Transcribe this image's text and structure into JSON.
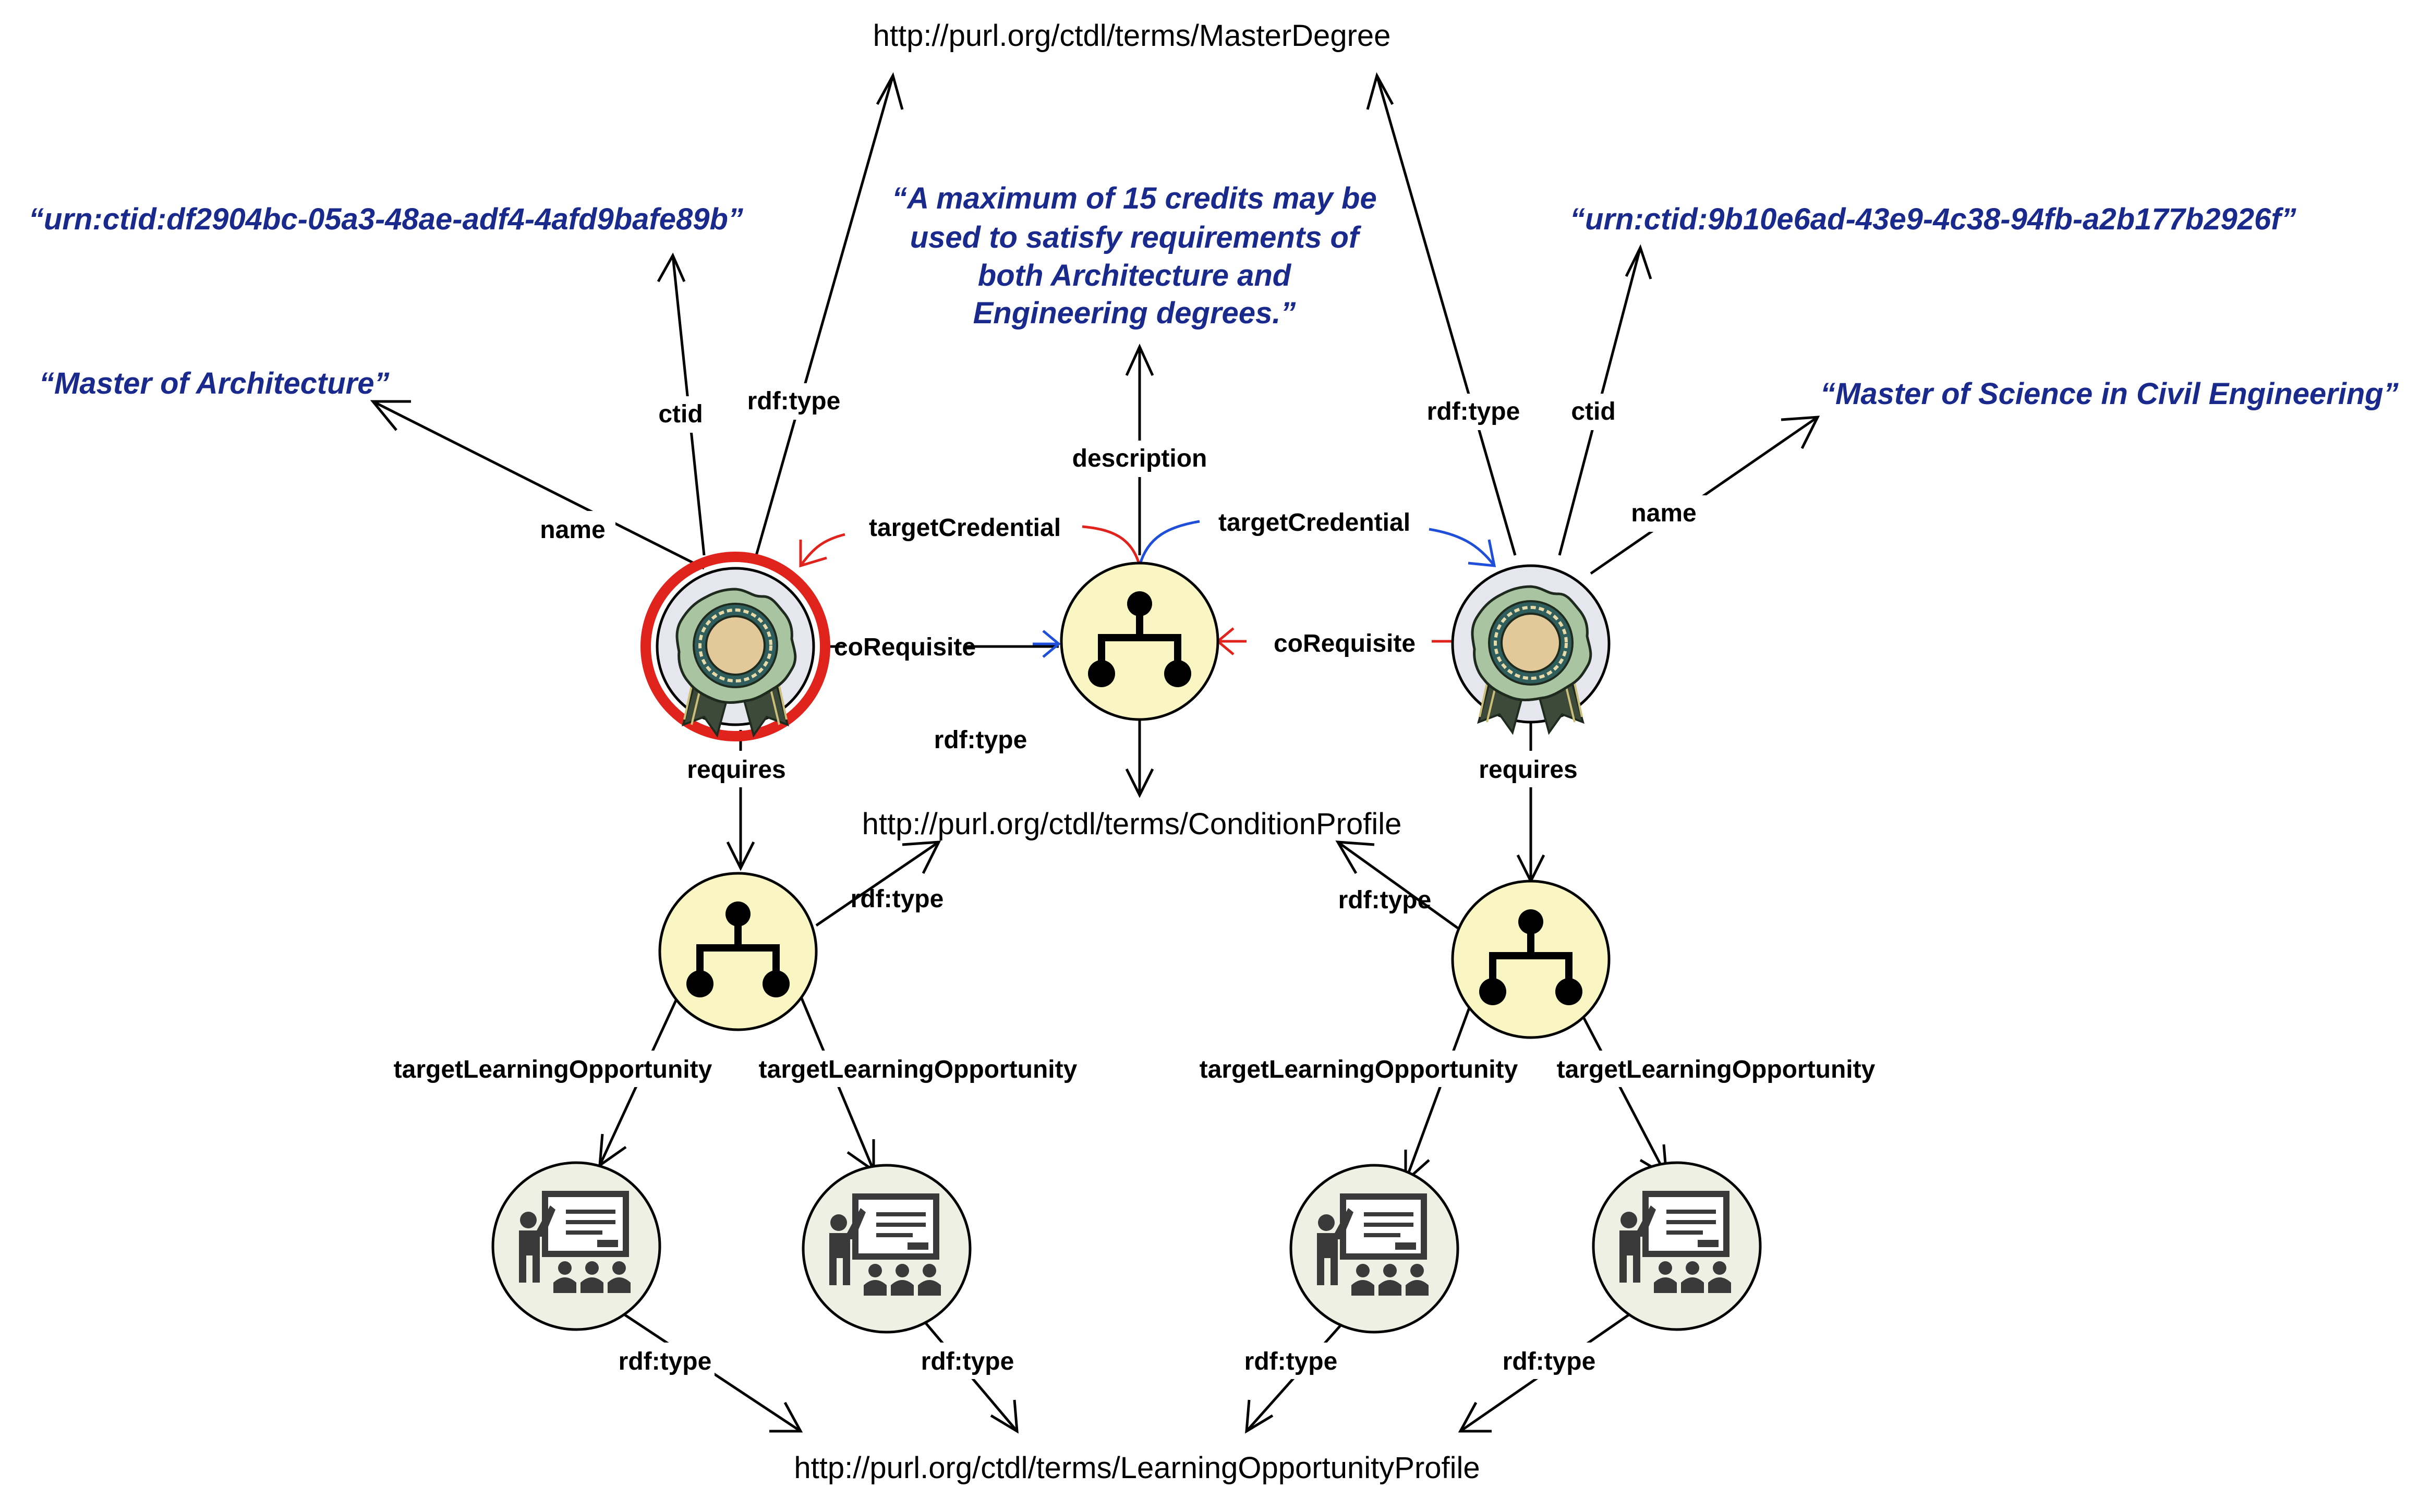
{
  "colors": {
    "literal_text": "#1a2a8c",
    "credential_fill": "#e6e6ee",
    "condition_fill": "#faf6c4",
    "learning_fill": "#eef0e4",
    "highlight_ring": "#e0231c",
    "red_edge": "#e0231c",
    "blue_edge": "#1f4fd8"
  },
  "uris": {
    "master_degree": "http://purl.org/ctdl/terms/MasterDegree",
    "condition_profile": "http://purl.org/ctdl/terms/ConditionProfile",
    "learning_opportunity_profile": "http://purl.org/ctdl/terms/LearningOpportunityProfile"
  },
  "literals": {
    "ctid_left": "“urn:ctid:df2904bc-05a3-48ae-adf4-4afd9bafe89b”",
    "ctid_right": "“urn:ctid:9b10e6ad-43e9-4c38-94fb-a2b177b2926f”",
    "name_left": "“Master of Architecture”",
    "name_right": "“Master of Science in Civil Engineering”",
    "description_lines": [
      "“A maximum of 15 credits may be",
      "used to satisfy requirements of",
      "both Architecture and",
      "Engineering degrees.”"
    ]
  },
  "labels": {
    "name": "name",
    "ctid": "ctid",
    "rdf_type": "rdf:type",
    "description": "description",
    "target_credential": "targetCredential",
    "co_requisite": "coRequisite",
    "requires": "requires",
    "target_learning_opportunity": "targetLearningOpportunity"
  },
  "icons": {
    "credential": "award-ribbon-icon",
    "condition": "hierarchy-tree-icon",
    "learning": "teacher-classroom-icon"
  }
}
